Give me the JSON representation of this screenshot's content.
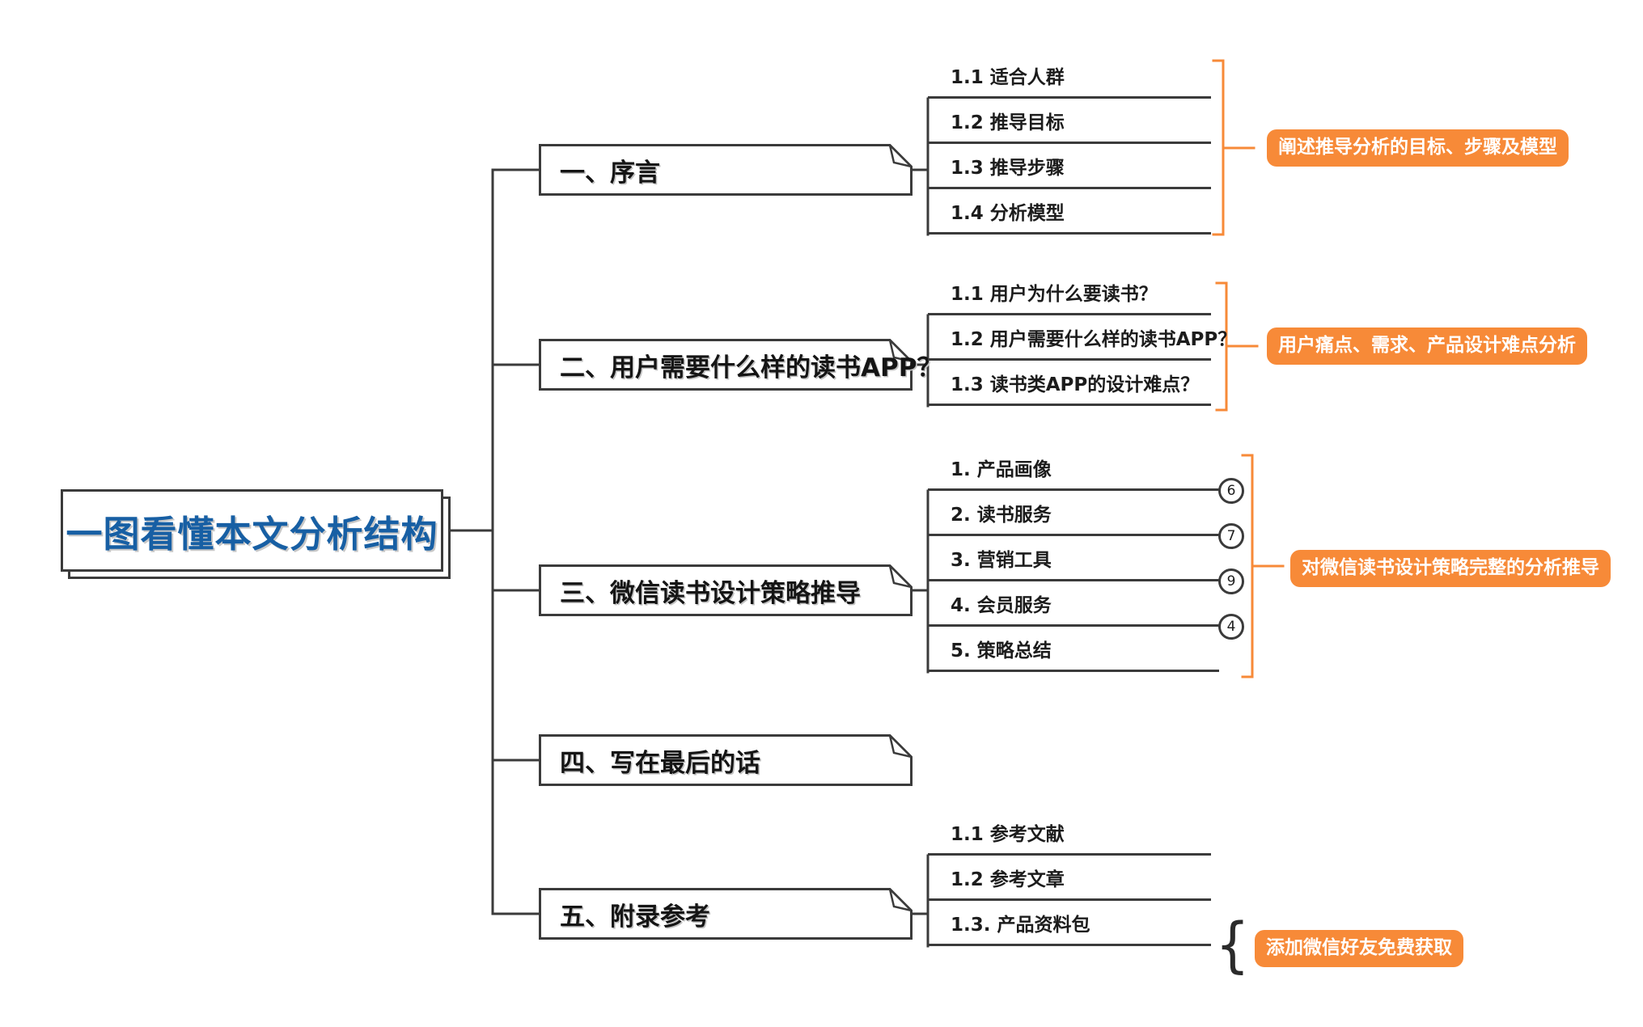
{
  "root": {
    "title": "一图看懂本文分析结构"
  },
  "branches": [
    {
      "title": "一、序言",
      "children": [
        "1.1 适合人群",
        "1.2 推导目标",
        "1.3 推导步骤",
        "1.4 分析模型"
      ],
      "label": "阐述推导分析的目标、步骤及模型"
    },
    {
      "title": "二、用户需要什么样的读书APP？",
      "children": [
        "1.1 用户为什么要读书？",
        "1.2 用户需要什么样的读书APP？",
        "1.3 读书类APP的设计难点？"
      ],
      "label": "用户痛点、需求、产品设计难点分析"
    },
    {
      "title": "三、微信读书设计策略推导",
      "children": [
        "1. 产品画像",
        "2. 读书服务",
        "3. 营销工具",
        "4. 会员服务",
        "5. 策略总结"
      ],
      "badges": [
        "6",
        "7",
        "9",
        "4"
      ],
      "label": "对微信读书设计策略完整的分析推导"
    },
    {
      "title": "四、写在最后的话",
      "children": []
    },
    {
      "title": "五、附录参考",
      "children": [
        "1.1 参考文献",
        "1.2 参考文章",
        "1.3. 产品资料包"
      ],
      "label": "添加微信好友免费获取"
    }
  ],
  "glyphs": {
    "brace": "{"
  },
  "colors": {
    "accent_orange": "#F78A38",
    "title_blue": "#175FA4",
    "line_dark": "#3B3B3B"
  }
}
